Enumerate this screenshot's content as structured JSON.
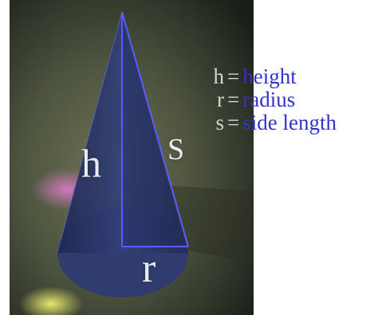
{
  "legend": [
    {
      "key": "h",
      "equals": "=",
      "value": "height"
    },
    {
      "key": "r",
      "equals": "=",
      "value": "radius"
    },
    {
      "key": "s",
      "equals": "=",
      "value": "side length"
    }
  ],
  "cone_labels": {
    "h": "h",
    "s": "S",
    "r": "r"
  },
  "colors": {
    "legend_key": "#d4d4d4",
    "legend_value": "#3333cc",
    "cone_outline": "#5b5bff",
    "cone_fill": "#33407a",
    "photo_dark": "#1a1f18",
    "photo_light": "#6e7252"
  }
}
